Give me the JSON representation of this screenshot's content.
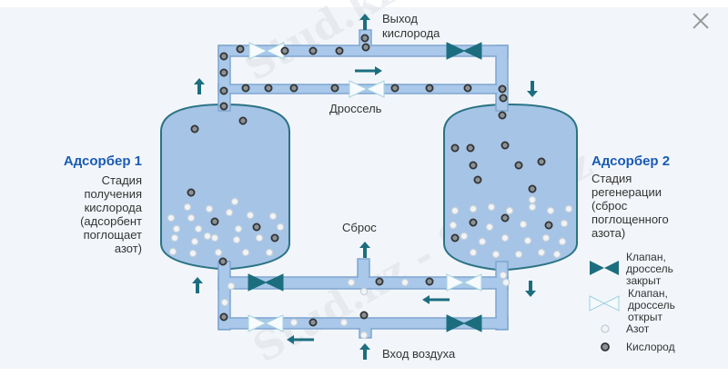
{
  "labels": {
    "oxygen_out": [
      "Выход",
      "кислорода"
    ],
    "throttle": "Дроссель",
    "discharge": "Сброс",
    "air_in": "Вход воздуха"
  },
  "adsorber1": {
    "title": "Адсорбер 1",
    "lines": [
      "Стадия",
      "получения",
      "кислорода",
      "(адсорбент",
      "поглощает",
      "азот)"
    ]
  },
  "adsorber2": {
    "title": "Адсорбер 2",
    "lines": [
      "Стадия",
      "регенерации",
      "(сброс",
      "поглощенного",
      "азота)"
    ]
  },
  "legend": {
    "closed": [
      "Клапан,",
      "дроссель",
      "закрыт"
    ],
    "open": [
      "Клапан,",
      "дроссель",
      "открыт"
    ],
    "nitrogen": "Азот",
    "oxygen": "Кислород"
  },
  "watermark": "Stud.kz - Stud.kz",
  "colors": {
    "accent": "#1c6e7f",
    "pipe": "#a9c8ea",
    "tank": "#a6c4e6",
    "title": "#1a5bb5"
  },
  "close_icon": "close-icon"
}
